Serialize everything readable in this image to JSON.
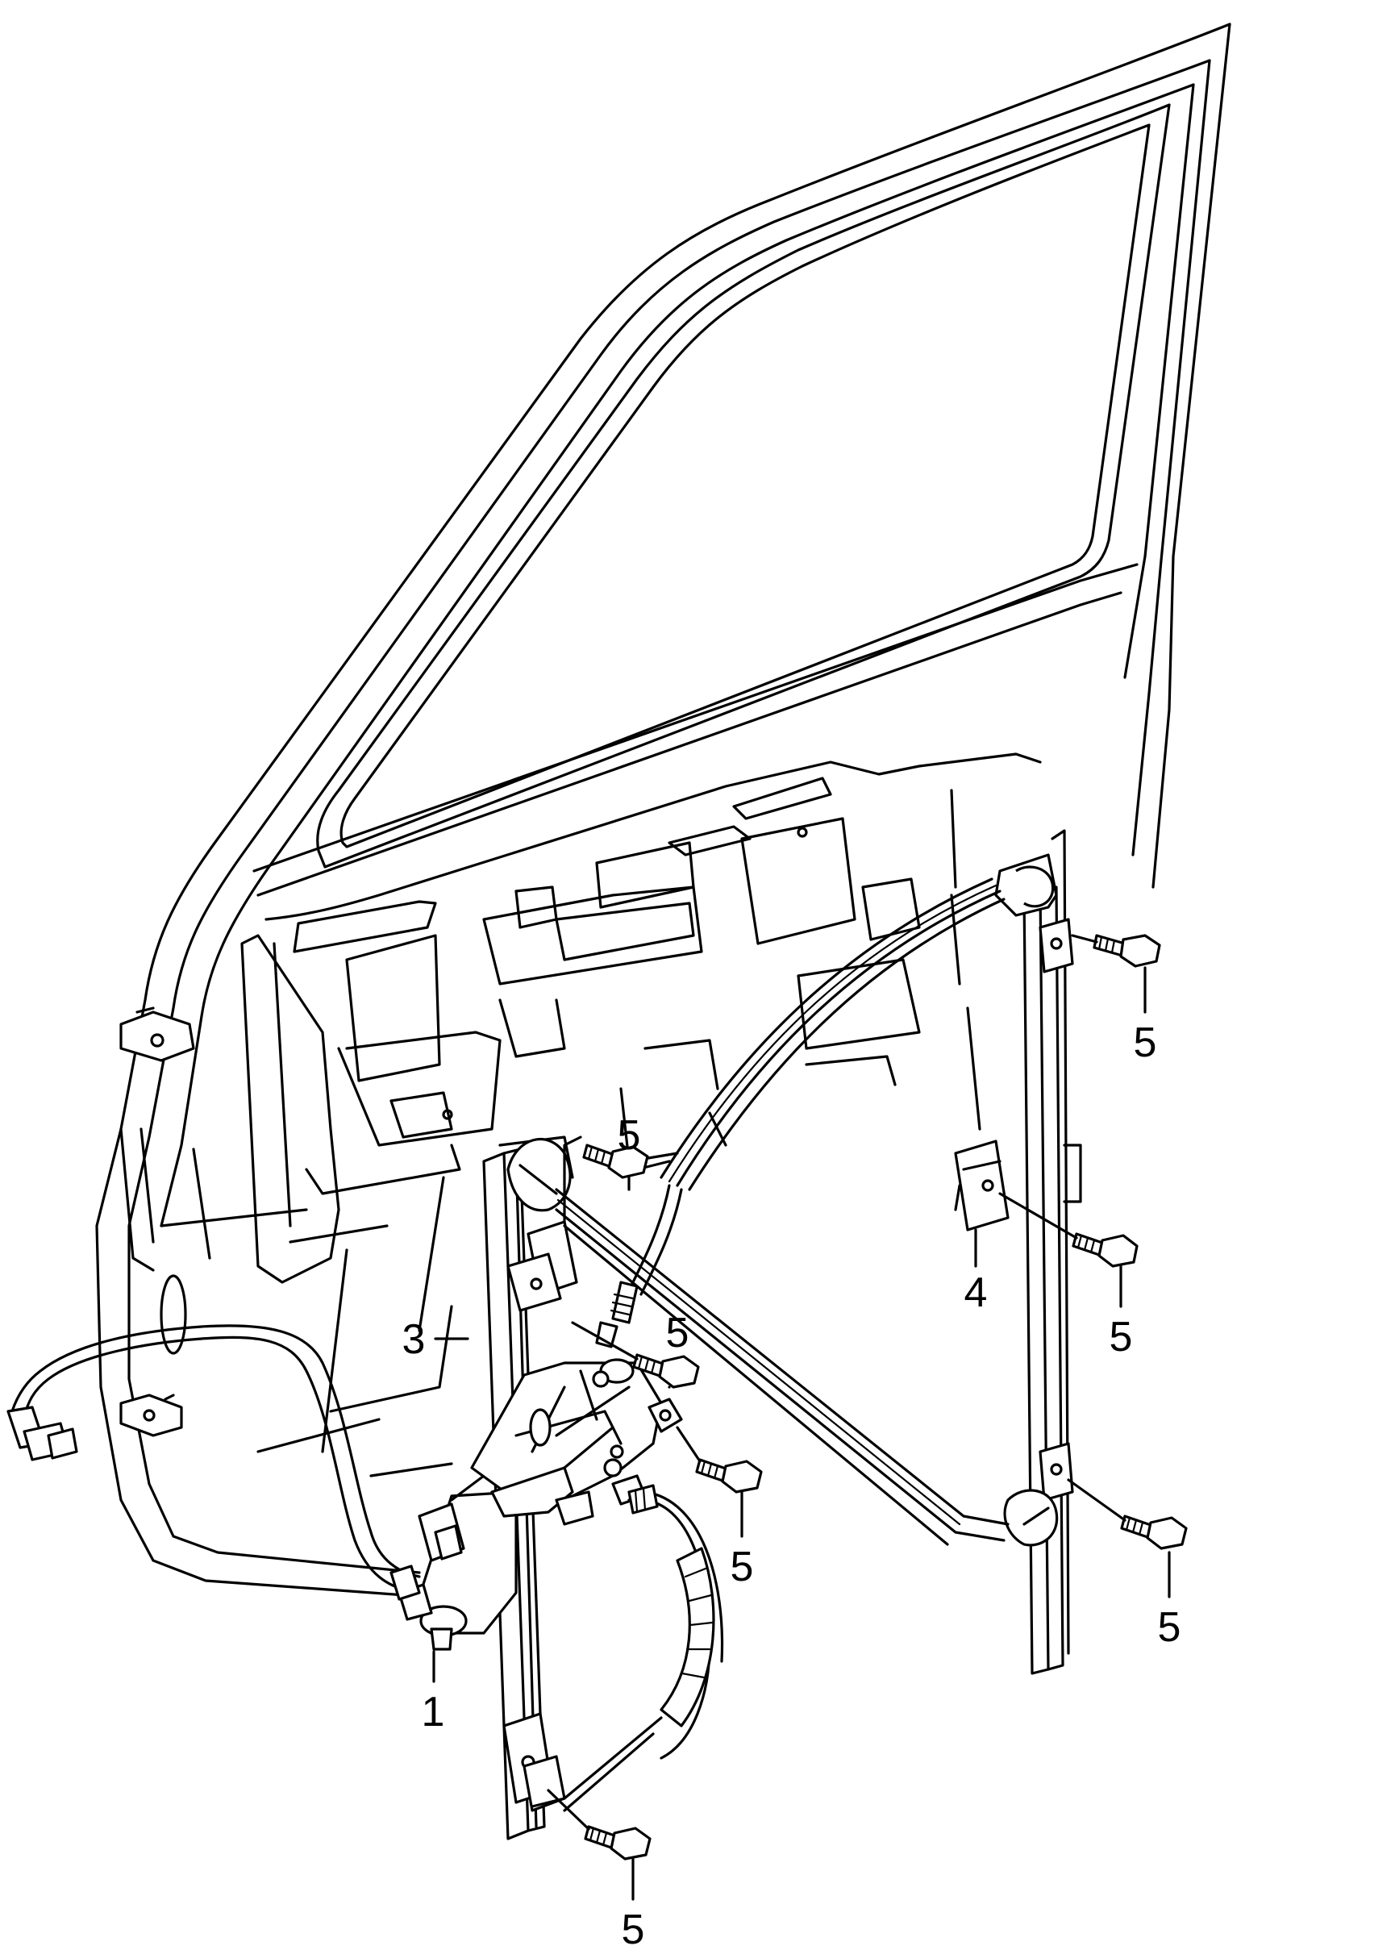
{
  "diagram": {
    "callouts": [
      {
        "id": "c1",
        "text": "1"
      },
      {
        "id": "c3",
        "text": "3"
      },
      {
        "id": "c4",
        "text": "4"
      },
      {
        "id": "c5a",
        "text": "5"
      },
      {
        "id": "c5b",
        "text": "5"
      },
      {
        "id": "c5c",
        "text": "5"
      },
      {
        "id": "c5d",
        "text": "5"
      },
      {
        "id": "c5e",
        "text": "5"
      },
      {
        "id": "c5f",
        "text": "5"
      },
      {
        "id": "c5g",
        "text": "5"
      }
    ]
  }
}
